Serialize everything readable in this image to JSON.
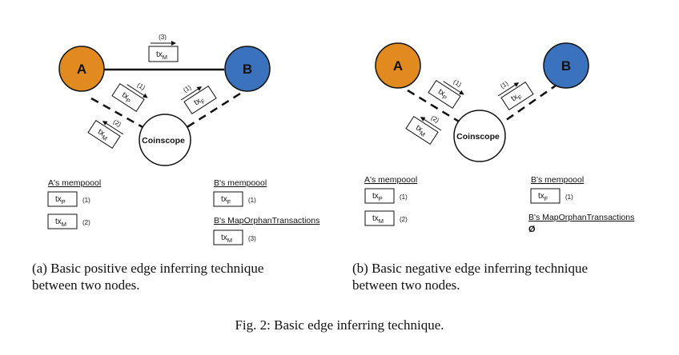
{
  "colors": {
    "node_a": "#e08a1f",
    "node_b": "#3a72bd",
    "coinscope_fill": "#ffffff",
    "stroke": "#111111"
  },
  "nodes": {
    "a": "A",
    "b": "B",
    "coinscope": "Coinscope"
  },
  "tx": {
    "main": "tx",
    "sub_p": "P",
    "sub_f": "F",
    "sub_m": "M"
  },
  "steps": {
    "one": "(1)",
    "two": "(2)",
    "three": "(3)"
  },
  "panel_a": {
    "a_pool_title": "A's mempoool",
    "b_pool_title": "B's mempoool",
    "orphan_title": "B's MapOrphanTransactions",
    "caption_line1": "(a) Basic positive edge inferring technique",
    "caption_line2": "between two nodes."
  },
  "panel_b": {
    "a_pool_title": "A's mempoool",
    "b_pool_title": "B's mempoool",
    "orphan_title": "B's MapOrphanTransactions",
    "orphan_value": "Ø",
    "caption_line1": "(b) Basic negative edge inferring technique",
    "caption_line2": "between two nodes."
  },
  "figure_caption": "Fig. 2: Basic edge inferring technique."
}
